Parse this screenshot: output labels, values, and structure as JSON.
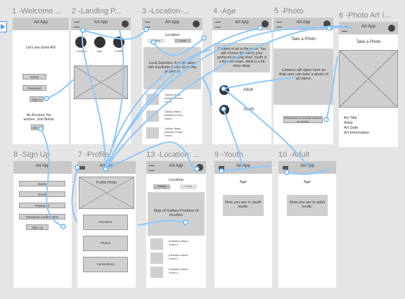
{
  "frames": {
    "welcome": {
      "label": "1 -Welcome ...",
      "app_title": "Art App",
      "tagline": "Let's see some Art!",
      "email_label": "Email",
      "password_label": "Password",
      "signin_label": "Sign In",
      "no_account_text": "No Account. No worries. Join Below",
      "join_label": "Join Us"
    },
    "landing": {
      "label": "2 -Landing P...",
      "app_title": "Art App",
      "icon_labels": [
        "Location",
        "Age",
        "Profile"
      ]
    },
    "location": {
      "label": "3 -Location-...",
      "app_title": "Art App",
      "section_title": "Location",
      "tabs": [
        "Gallery",
        "Local"
      ],
      "map_text": "Local Selection: A photo taken with wayfinder button at nearby art pieces",
      "items": [
        "Gallery Name Address Phone Hours",
        "Gallery Name Address Phone Hours",
        "Gallery Name Address Phone Hours"
      ]
    },
    "age": {
      "label": "4 -Age",
      "app_title": "Art App",
      "description": "Content of art is the same. You will choose the text to your preferred reading level. Youth is a bit more basic. Adult is a bit more deep.",
      "adult_label": "Adult",
      "youth_label": "Youth"
    },
    "photo": {
      "label": "5 -Photo",
      "app_title": "Art App",
      "title": "Take a Photo",
      "camera_text": "Camera will open here so that user can take a photo of art piece.",
      "permission_text": "Permission to access camera on device."
    },
    "photo_art": {
      "label": "6 -Photo Art I...",
      "app_title": "Art App",
      "title": "Take a Photo",
      "info_lines": [
        "Art Title",
        "Artist",
        "Art Date",
        "Art Information"
      ]
    },
    "signup": {
      "label": "8 -Sign Up",
      "app_title": "Art App",
      "fields": [
        "Name",
        "Email",
        "Password",
        "Password Confirmation"
      ],
      "submit_label": "Sign Up"
    },
    "profile": {
      "label": "7 -Profile",
      "app_title": "Art App",
      "photo_label": "Profile Photo",
      "buttons": [
        "Favorites",
        "Photos",
        "Connections"
      ]
    },
    "gallery": {
      "label": "13 -Location: ...",
      "app_title": "Art App",
      "section_title": "Location",
      "tabs": [
        "Gallery",
        "Local"
      ],
      "map_text": "Map of Gallery Pointers of location",
      "items": [
        "Exhibition Name Room #",
        "Exhibition Name Room #",
        "Exhibition Name Room #"
      ]
    },
    "youth": {
      "label": "9 -Youth",
      "app_title": "Art App",
      "section_title": "Age",
      "mode_text": "Now you are in youth mode."
    },
    "adult": {
      "label": "10 -Adult",
      "app_title": "Art App",
      "section_title": "Age",
      "mode_text": "Now you are in adult mode."
    }
  },
  "colors": {
    "canvas": "#e5e5e5",
    "frame": "#ffffff",
    "header": "#c8c8c8",
    "placeholder": "#cfcfcf",
    "wire": "#8ec8fb"
  },
  "icons": [
    "hamburger-icon",
    "avatar-icon",
    "back-arrow-icon",
    "start-flow-icon"
  ]
}
